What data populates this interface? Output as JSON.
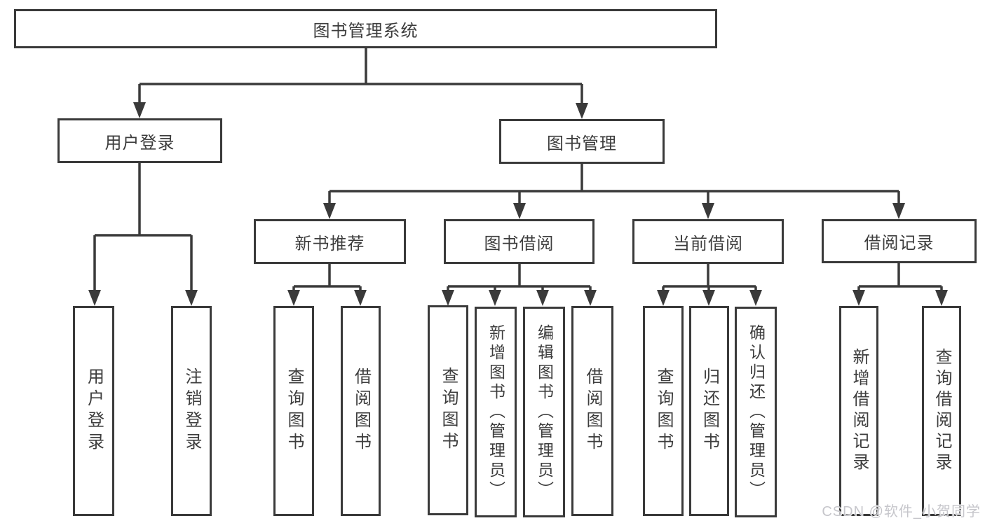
{
  "diagram": {
    "root": {
      "label": "图书管理系统"
    },
    "level2": [
      {
        "id": "user-login",
        "label": "用户登录"
      },
      {
        "id": "book-mgmt",
        "label": "图书管理"
      }
    ],
    "level3": [
      {
        "id": "new-books",
        "parent": "book-mgmt",
        "label": "新书推荐"
      },
      {
        "id": "book-borrow",
        "parent": "book-mgmt",
        "label": "图书借阅"
      },
      {
        "id": "current-borrow",
        "parent": "book-mgmt",
        "label": "当前借阅"
      },
      {
        "id": "borrow-records",
        "parent": "book-mgmt",
        "label": "借阅记录"
      }
    ],
    "level4": [
      {
        "parent": "user-login",
        "label": "用户登录"
      },
      {
        "parent": "user-login",
        "label": "注销登录"
      },
      {
        "parent": "new-books",
        "label": "查询图书"
      },
      {
        "parent": "new-books",
        "label": "借阅图书"
      },
      {
        "parent": "book-borrow",
        "label": "查询图书"
      },
      {
        "parent": "book-borrow",
        "label": "新增图书（管理员）"
      },
      {
        "parent": "book-borrow",
        "label": "编辑图书（管理员）"
      },
      {
        "parent": "book-borrow",
        "label": "借阅图书"
      },
      {
        "parent": "current-borrow",
        "label": "查询图书"
      },
      {
        "parent": "current-borrow",
        "label": "归还图书"
      },
      {
        "parent": "current-borrow",
        "label": "确认归还（管理员）"
      },
      {
        "parent": "borrow-records",
        "label": "新增借阅记录"
      },
      {
        "parent": "borrow-records",
        "label": "查询借阅记录"
      }
    ]
  },
  "colors": {
    "line": "#3a3a3a",
    "box_background": "#ffffff",
    "text": "#3d3d3d",
    "watermark": "#c6c6cb"
  },
  "watermark": {
    "text": "CSDN @软件_小贺同学"
  }
}
